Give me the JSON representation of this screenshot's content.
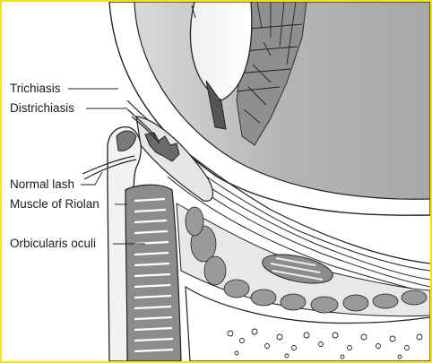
{
  "labels": {
    "trichiasis": "Trichiasis",
    "districhiasis": "Districhiasis",
    "normal_lash": "Normal lash",
    "muscle_of_riolan": "Muscle of Riolan",
    "orbicularis_oculi": "Orbicularis oculi"
  },
  "colors": {
    "frame": "#f2e600",
    "ink": "#222222",
    "globe_fill": "#bfbfbf",
    "tissue_light": "#e6e6e6",
    "tissue_mid": "#9a9a9a",
    "muscle_fill": "#8c8c8c",
    "white": "#ffffff"
  }
}
